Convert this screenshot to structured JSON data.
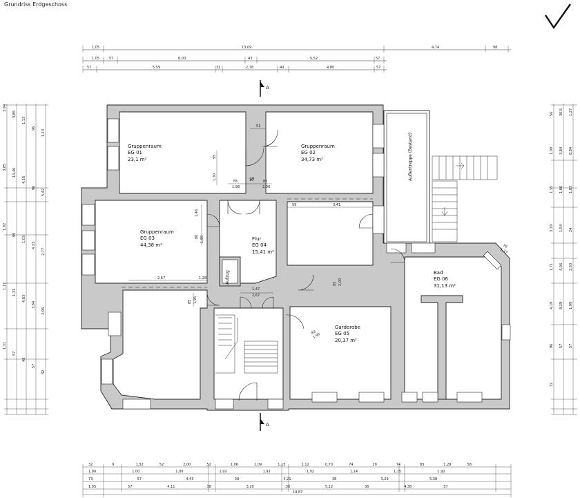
{
  "title": "Grundriss Erdgeschoss",
  "section_marker": "A",
  "rooms": [
    {
      "name": "Gruppenraum",
      "code": "EG 01",
      "area": "23,1 m²"
    },
    {
      "name": "Gruppenraum",
      "code": "EG 02",
      "area": "34,73 m²"
    },
    {
      "name": "Gruppenraum",
      "code": "EG 03",
      "area": "44,38 m²"
    },
    {
      "name": "Flur",
      "code": "EG 04",
      "area": "15,41 m²"
    },
    {
      "name": "Garderobe",
      "code": "EG 05",
      "area": "20,37 m²"
    },
    {
      "name": "Bad",
      "code": "EG 06",
      "area": "31,13 m²"
    }
  ],
  "labels": {
    "elevator": "Aufzug",
    "stair": "Außentreppe (Bestand)"
  },
  "dims_top": {
    "row1": [
      "1,05",
      "13,09",
      "4,74",
      "98"
    ],
    "row2": [
      "1,05",
      "57",
      "6,00",
      "43",
      "5,52",
      "57"
    ],
    "row3": [
      "57",
      "5,59",
      "31",
      "2,78",
      "40",
      "4,80",
      "57"
    ]
  },
  "dims_bottom": {
    "row1": [
      "32",
      "9",
      "1,32",
      "52",
      "2,00",
      "52",
      "1,06",
      "1,09",
      "1,15",
      "1,12",
      "0,70",
      "74",
      "29",
      "74",
      "83",
      "1,29",
      "58"
    ],
    "row2": [
      "1,90",
      "1,00",
      "1,00",
      "1,92",
      "1,92",
      "1,92",
      "1,14",
      "1,15",
      "1,92"
    ],
    "row3": [
      "73",
      "57",
      "4,43",
      "38",
      "4,21",
      "38",
      "3,29",
      "5,38"
    ],
    "row4": [
      "1,05",
      "57",
      "4,11",
      "38",
      "3,20",
      "38",
      "5,12",
      "38",
      "4,38",
      "57"
    ],
    "total": "19,87"
  },
  "dims_left": [
    "3,94",
    "3,85",
    "1,13",
    "96",
    "1,13",
    "3,85",
    "14,40",
    "4,16",
    "96",
    "5,42",
    "1,92",
    "95",
    "1,03",
    "4,33",
    "2,77",
    "1,17",
    "1,31",
    "4,83",
    "3,84",
    "2,06",
    "1,31",
    "57",
    "48",
    "57",
    "32"
  ],
  "dims_right": [
    "56",
    "30,5",
    "1,27",
    "1,00",
    "3,84",
    "8,84",
    "1,35",
    "1,06",
    "1,83",
    "3,19",
    "1,54",
    "24",
    "1,71",
    "4,06",
    "2,63",
    "4,19",
    "8,29",
    "1,99",
    "96",
    "57",
    "57",
    "32"
  ],
  "dims_inner": [
    "51",
    "95",
    "1,30",
    "85",
    "10",
    "85",
    "1,98",
    "10",
    "2,00",
    "59",
    "3,41",
    "1,46",
    "86",
    "1,98",
    "2,67",
    "1,28",
    "85",
    "1,95",
    "1,47",
    "2,67",
    "85",
    "2,00",
    "83",
    "1,99",
    "79",
    "1,37"
  ]
}
